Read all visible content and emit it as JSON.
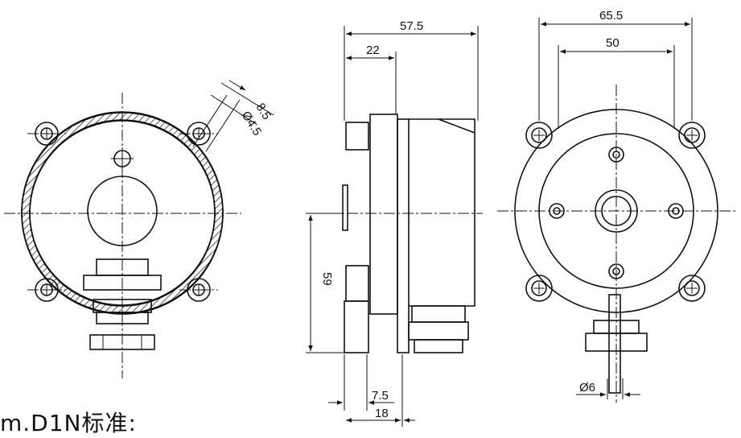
{
  "dimensions": {
    "side_length": "57.5",
    "side_front_depth": "22",
    "side_height": "59",
    "side_bottom_a": "7.5",
    "side_bottom_b": "18",
    "rear_outer_span": "65.5",
    "rear_inner_span": "50",
    "rear_shaft_dia": "Ø6",
    "front_slot_width": "8.5",
    "front_hole_dia": "Ø4.5"
  },
  "caption": "m.D1N标准:",
  "colors": {
    "ink": "#111111",
    "paper": "#ffffff",
    "hatch": "#111111"
  }
}
